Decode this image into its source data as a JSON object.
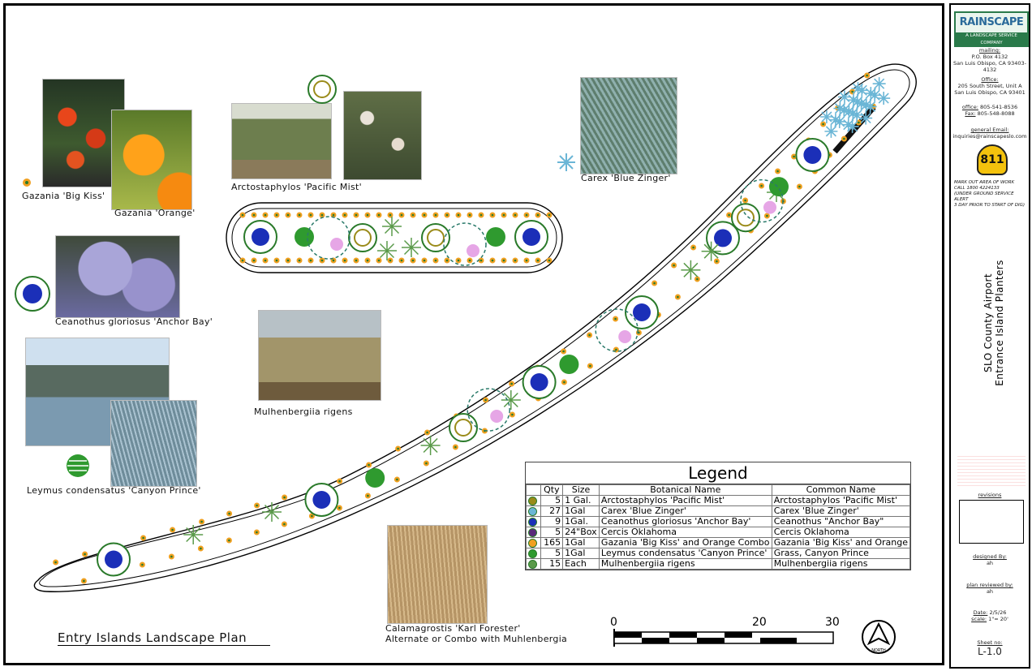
{
  "plan_title": "Entry Islands Landscape Plan",
  "captions": {
    "gazania_big_kiss": "Gazania 'Big Kiss'",
    "gazania_orange": "Gazania 'Orange'",
    "arctostaphylos": "Arctostaphylos 'Pacific Mist'",
    "carex": "Carex 'Blue Zinger'",
    "ceanothus": "Ceanothus gloriosus 'Anchor Bay'",
    "mulhenbergia": "Mulhenbergiia rigens",
    "leymus": "Leymus condensatus 'Canyon Prince'",
    "calamagrostis_1": "Calamagrostis 'Karl Forester'",
    "calamagrostis_2": "Alternate or Combo with Muhlenbergia"
  },
  "legend": {
    "title": "Legend",
    "headers": [
      "Qty",
      "Size",
      "Botanical Name",
      "Common Name"
    ],
    "rows": [
      {
        "qty": "5",
        "size": "1 Gal.",
        "botanical": "Arctostaphylos 'Pacific Mist'",
        "common": "Arctostaphylos 'Pacific Mist'",
        "icon": "arctostaphylos-icon",
        "color": "#9a8b1a"
      },
      {
        "qty": "27",
        "size": "1Gal",
        "botanical": "Carex 'Blue Zinger'",
        "common": "Carex 'Blue Zinger'",
        "icon": "carex-icon",
        "color": "#6bb6d6"
      },
      {
        "qty": "9",
        "size": "1Gal.",
        "botanical": "Ceanothus gloriosus 'Anchor Bay'",
        "common": "Ceanothus \"Anchor Bay\"",
        "icon": "ceanothus-icon",
        "color": "#1b2fb8"
      },
      {
        "qty": "5",
        "size": "24\"Box",
        "botanical": "Cercis Oklahoma",
        "common": "Cercis Oklahoma",
        "icon": "cercis-icon",
        "color": "#5a2a7a"
      },
      {
        "qty": "165",
        "size": "1Gal",
        "botanical": "Gazania 'Big Kiss' and  Orange Combo",
        "common": "Gazania 'Big Kiss' and Orange",
        "icon": "gazania-icon",
        "color": "#f0a020"
      },
      {
        "qty": "5",
        "size": "1Gal",
        "botanical": "Leymus condensatus 'Canyon Prince'",
        "common": "Grass, Canyon Prince",
        "icon": "leymus-icon",
        "color": "#2f9a2f"
      },
      {
        "qty": "15",
        "size": "Each",
        "botanical": "Mulhenbergiia rigens",
        "common": "Mulhenbergiia rigens",
        "icon": "mulhenbergia-icon",
        "color": "#5a9a4a"
      }
    ]
  },
  "scale_bar": {
    "labels": [
      "0",
      "20",
      "30"
    ]
  },
  "north_label": "NORTH",
  "title_block": {
    "company": "RAINSCAPE",
    "tagline": "A LANDSCAPE SERVICE COMPANY",
    "mailing_label": "mailing:",
    "mailing_1": "P.O. Box 4132",
    "mailing_2": "San Luis Obispo, CA 93403-4132",
    "office_label": "Office:",
    "office_1": "205 South Street, Unit A",
    "office_2": "San Luis Obispo, CA 93401",
    "office_phone_label": "office:",
    "office_phone": "805-541-8536",
    "fax_label": "Fax:",
    "fax": "805-548-8088",
    "email_label": "general Email:",
    "email": "inquiries@rainscapeslo.com",
    "dig_number": "811",
    "dig_note_1": "MARK OUT AREA OF WORK",
    "dig_note_2": "CALL 1800 4224133",
    "dig_note_3": "(UNDER GROUND SERVICE ALERT",
    "dig_note_4": "3 DAY PRIOR TO START OF DIG)",
    "project_1": "SLO County Airport",
    "project_2": "Entrance Island Planters",
    "revisions_label": "revisions",
    "designed_label": "designed By:",
    "designed_by": "ah",
    "reviewed_label": "plan reviewed by:",
    "reviewed_by": "ah",
    "date_label": "Date:",
    "date": "2/5/26",
    "scale_label": "scale:",
    "scale": "1\"= 20'",
    "sheet_label": "Sheet no:",
    "sheet": "L-1.0"
  }
}
